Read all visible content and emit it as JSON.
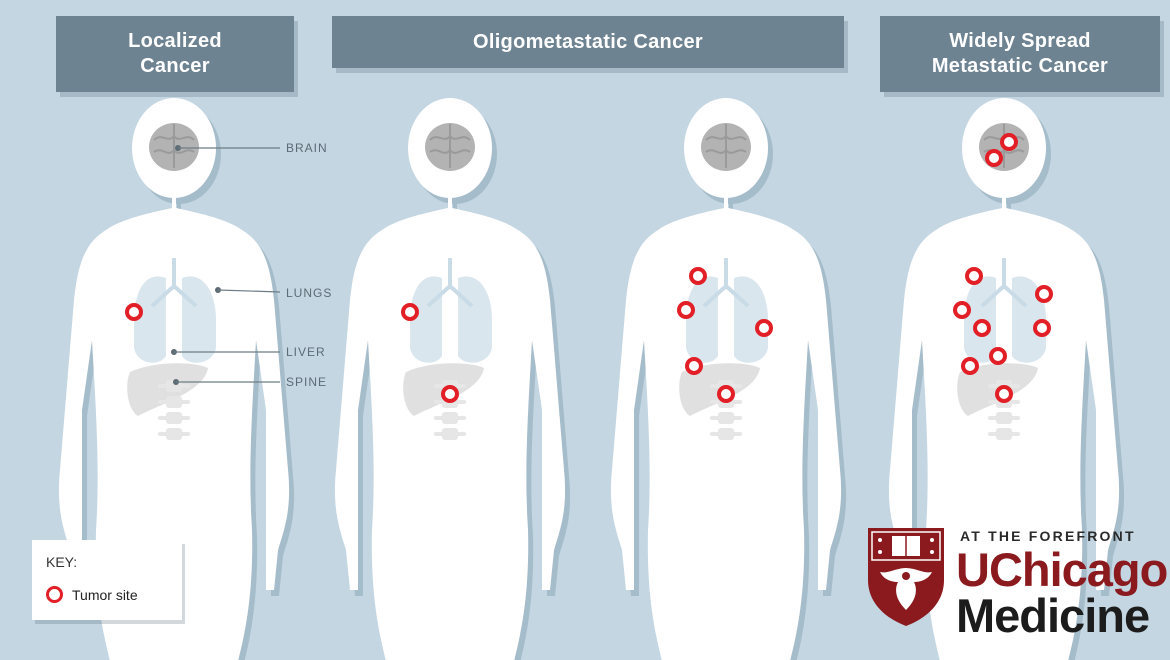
{
  "stages": {
    "localized": {
      "line1": "Localized",
      "line2": "Cancer"
    },
    "oligometastatic": {
      "label": "Oligometastatic Cancer"
    },
    "widespread": {
      "line1": "Widely Spread",
      "line2": "Metastatic Cancer"
    }
  },
  "organ_labels": {
    "brain": "BRAIN",
    "lungs": "LUNGS",
    "liver": "LIVER",
    "spine": "SPINE"
  },
  "figures": [
    {
      "stage": "Localized Cancer",
      "tumor_sites": {
        "lungs": 1
      }
    },
    {
      "stage": "Oligometastatic Cancer",
      "tumor_sites": {
        "lungs": 1,
        "spine": 1
      }
    },
    {
      "stage": "Oligometastatic Cancer",
      "tumor_sites": {
        "lungs": 3,
        "liver": 1,
        "spine": 1
      }
    },
    {
      "stage": "Widely Spread Metastatic Cancer",
      "tumor_sites": {
        "brain": 2,
        "lungs": 5,
        "liver": 2,
        "spine": 1
      }
    }
  ],
  "key": {
    "title": "KEY:",
    "tumor_label": "Tumor site"
  },
  "logo": {
    "tagline": "AT THE FOREFRONT",
    "name_part1": "UChicago",
    "name_part2": "Medicine"
  },
  "colors": {
    "background": "#c3d6e2",
    "banner": "#6e8391",
    "tumor": "#e21f26",
    "brand_red": "#8b1a1e",
    "body": "#ffffff"
  }
}
